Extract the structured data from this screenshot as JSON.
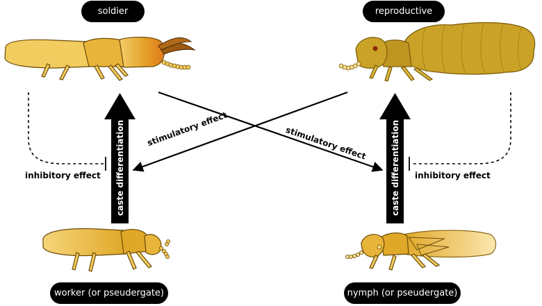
{
  "castes": {
    "soldier": "soldier",
    "reproductive": "reproductive",
    "worker": "worker (or pseudergate)",
    "nymph": "nymph (or pseudergate)"
  },
  "arrows": {
    "differentiation_left": "caste differentiation",
    "differentiation_right": "caste differentiation",
    "stimulatory_left": "stimulatory effect",
    "stimulatory_right": "stimulatory effect",
    "inhibitory_left": "inhibitory effect",
    "inhibitory_right": "inhibitory effect"
  },
  "colors": {
    "body_yellow": "#D9A520",
    "body_dark_yellow": "#B8860B",
    "soldier_head": "#E07A1A",
    "reproductive_body": "#C9A227",
    "pale_yellow": "#F0C85A",
    "outline": "#3a2a05",
    "arrow": "#000000"
  }
}
